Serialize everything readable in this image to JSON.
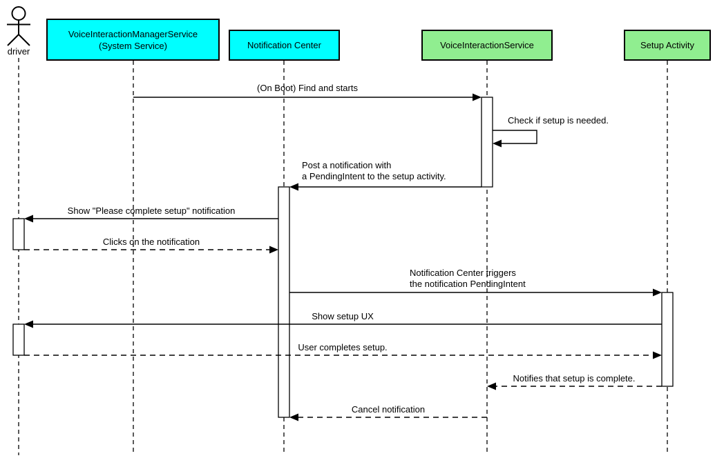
{
  "participants": [
    {
      "id": "driver",
      "type": "actor",
      "label": "driver"
    },
    {
      "id": "vims",
      "type": "object",
      "label": "VoiceInteractionManagerService\n(System Service)",
      "fill": "#00ffff"
    },
    {
      "id": "nc",
      "type": "object",
      "label": "Notification Center",
      "fill": "#00ffff"
    },
    {
      "id": "vis",
      "type": "object",
      "label": "VoiceInteractionService",
      "fill": "#90ee90"
    },
    {
      "id": "setup",
      "type": "object",
      "label": "Setup Activity",
      "fill": "#90ee90"
    }
  ],
  "messages": [
    {
      "from": "vims",
      "to": "vis",
      "line": "solid",
      "label": "(On Boot) Find and starts"
    },
    {
      "from": "vis",
      "to": "vis",
      "line": "solid",
      "label": "Check if setup is needed."
    },
    {
      "from": "vis",
      "to": "nc",
      "line": "solid",
      "label": "Post a notification with\na PendingIntent to the setup activity."
    },
    {
      "from": "nc",
      "to": "driver",
      "line": "solid",
      "label": "Show \"Please complete setup\" notification"
    },
    {
      "from": "driver",
      "to": "nc",
      "line": "dashed",
      "label": "Clicks on the notification"
    },
    {
      "from": "nc",
      "to": "setup",
      "line": "solid",
      "label": "Notification Center triggers\nthe notification PendingIntent"
    },
    {
      "from": "setup",
      "to": "driver",
      "line": "solid",
      "label": "Show setup UX"
    },
    {
      "from": "driver",
      "to": "setup",
      "line": "dashed",
      "label": "User completes setup."
    },
    {
      "from": "setup",
      "to": "vis",
      "line": "dashed",
      "label": "Notifies that setup is complete."
    },
    {
      "from": "vis",
      "to": "nc",
      "line": "dashed",
      "label": "Cancel notification"
    }
  ],
  "colors": {
    "participant_cyan": "#00ffff",
    "participant_green": "#90ee90",
    "stroke": "#000000",
    "text": "#000000",
    "background": "#ffffff"
  }
}
